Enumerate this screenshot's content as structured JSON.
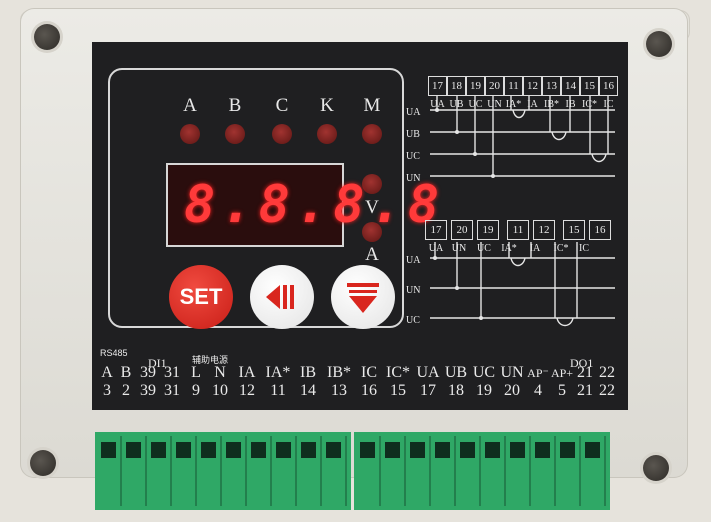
{
  "leds": {
    "a": "A",
    "b": "B",
    "c": "C",
    "k": "K",
    "m": "M",
    "v": "V",
    "amp": "A"
  },
  "display": {
    "digits": "8.8.8.8"
  },
  "buttons": {
    "set": "SET"
  },
  "diagram1": {
    "terminals": [
      "17",
      "18",
      "19",
      "20",
      "11",
      "12",
      "13",
      "14",
      "15",
      "16"
    ],
    "terminal_labels": [
      "UA",
      "UB",
      "UC",
      "UN",
      "IA*",
      "IA",
      "IB*",
      "IB",
      "IC*",
      "IC"
    ],
    "lines": [
      "UA",
      "UB",
      "UC",
      "UN"
    ]
  },
  "diagram2": {
    "terminals": [
      "17",
      "20",
      "19",
      "11",
      "12",
      "15",
      "16"
    ],
    "terminal_labels": [
      "UA",
      "UN",
      "UC",
      "IA*",
      "IA",
      "IC*",
      "IC"
    ],
    "lines": [
      "UA",
      "UN",
      "UC"
    ]
  },
  "bottom": {
    "rs485": "RS485",
    "di1": "DI1",
    "aux_power": "辅助电源",
    "do1": "DO1",
    "labels": [
      "A",
      "B",
      "39",
      "31",
      "L",
      "N",
      "IA",
      "IA*",
      "IB",
      "IB*",
      "IC",
      "IC*",
      "UA",
      "UB",
      "UC",
      "UN",
      "AP⁻",
      "AP+",
      "21",
      "22"
    ],
    "numbers": [
      "3",
      "2",
      "39",
      "31",
      "9",
      "10",
      "12",
      "11",
      "14",
      "13",
      "16",
      "15",
      "17",
      "18",
      "19",
      "20",
      "4",
      "5",
      "21",
      "22"
    ]
  },
  "colors": {
    "panel": "#1f1f21",
    "led_off": "#7a1f1c",
    "segment": "#ff3a3a",
    "set_button": "#d9261e",
    "terminal": "#2fa866"
  }
}
